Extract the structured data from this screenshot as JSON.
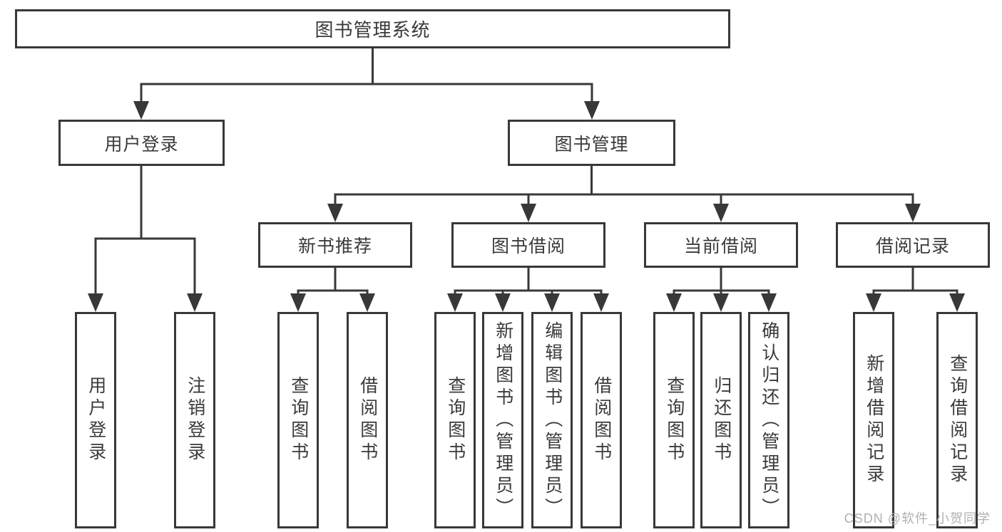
{
  "tree": {
    "root": {
      "label": "图书管理系统",
      "children": [
        {
          "label": "用户登录",
          "children": [
            {
              "label": "用户登录"
            },
            {
              "label": "注销登录"
            }
          ]
        },
        {
          "label": "图书管理",
          "children": [
            {
              "label": "新书推荐",
              "children": [
                {
                  "label": "查询图书"
                },
                {
                  "label": "借阅图书"
                }
              ]
            },
            {
              "label": "图书借阅",
              "children": [
                {
                  "label": "查询图书"
                },
                {
                  "label": "新增图书（管理员）"
                },
                {
                  "label": "编辑图书（管理员）"
                },
                {
                  "label": "借阅图书"
                }
              ]
            },
            {
              "label": "当前借阅",
              "children": [
                {
                  "label": "查询图书"
                },
                {
                  "label": "归还图书"
                },
                {
                  "label": "确认归还（管理员）"
                }
              ]
            },
            {
              "label": "借阅记录",
              "children": [
                {
                  "label": "新增借阅记录"
                },
                {
                  "label": "查询借阅记录"
                }
              ]
            }
          ]
        }
      ]
    }
  },
  "watermark": "CSDN @软件_小贺同学",
  "colors": {
    "line": "#383838",
    "box_border": "#383838",
    "text": "#3a3a3a",
    "watermark": "#b0b0b0",
    "background": "#ffffff"
  }
}
